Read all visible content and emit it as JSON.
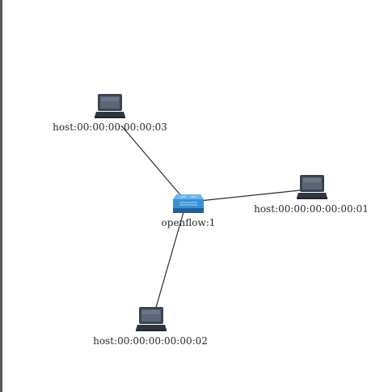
{
  "topology": {
    "colors": {
      "link": "#2b2b2b",
      "switch": "#3a8fd6",
      "switch_dark": "#1f5f9e",
      "host": "#3c4450",
      "host_screen": "#5b6577",
      "label": "#2a2a2a"
    },
    "switch": {
      "id": "switch-openflow-1",
      "label": "openflow:1",
      "icon": "switch-icon"
    },
    "hosts": [
      {
        "id": "host-3",
        "label": "host:00:00:00:00:00:03",
        "icon": "laptop-icon"
      },
      {
        "id": "host-1",
        "label": "host:00:00:00:00:00:01",
        "icon": "laptop-icon"
      },
      {
        "id": "host-2",
        "label": "host:00:00:00:00:00:02",
        "icon": "laptop-icon"
      }
    ],
    "links": [
      {
        "from": "switch-openflow-1",
        "to": "host-3"
      },
      {
        "from": "switch-openflow-1",
        "to": "host-1"
      },
      {
        "from": "switch-openflow-1",
        "to": "host-2"
      }
    ]
  }
}
